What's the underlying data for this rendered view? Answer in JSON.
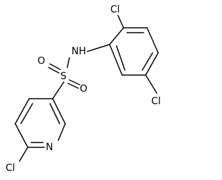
{
  "diagram": {
    "atoms": {
      "cl_top": "Cl",
      "cl_right": "Cl",
      "nh": "NH",
      "s": "S",
      "o_left": "O",
      "o_lower": "O",
      "n_ring": "N",
      "cl_bottom": "Cl"
    }
  }
}
